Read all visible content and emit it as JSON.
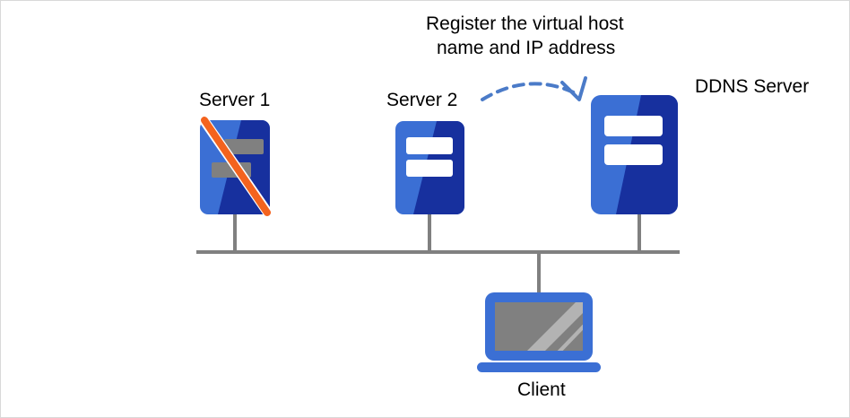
{
  "diagram": {
    "type": "network-topology",
    "title_lines": [
      "Register the virtual host",
      "name and IP address"
    ],
    "nodes": [
      {
        "id": "server1",
        "label": "Server 1",
        "icon": "server-icon",
        "state": "disabled",
        "bar_color": "#808080",
        "has_slash": true,
        "slash_color": "#F4631E"
      },
      {
        "id": "server2",
        "label": "Server 2",
        "icon": "server-icon",
        "state": "active",
        "bar_color": "#FFFFFF",
        "has_slash": false
      },
      {
        "id": "ddns",
        "label": "DDNS Server",
        "icon": "server-icon",
        "state": "active",
        "bar_color": "#FFFFFF",
        "has_slash": false
      },
      {
        "id": "client",
        "label": "Client",
        "icon": "laptop-icon",
        "state": "active"
      }
    ],
    "arrow": {
      "id": "register-arrow",
      "icon": "curved-dashed-arrow-icon",
      "style": "dashed",
      "from": "server2",
      "to": "ddns",
      "color": "#4B7BC8"
    },
    "bus": {
      "id": "network-bus",
      "icon": "network-bus-line",
      "color": "#808080"
    },
    "colors": {
      "server_light_blue": "#3B6FD4",
      "server_dark_blue": "#17309E",
      "laptop_blue": "#3B6FD4",
      "screen_gray": "#808080",
      "line_gray": "#808080",
      "slash_orange": "#F4631E",
      "arrow_blue": "#4B7BC8",
      "text_black": "#000000",
      "background": "#FFFFFF",
      "border": "#D9D9D9"
    }
  }
}
